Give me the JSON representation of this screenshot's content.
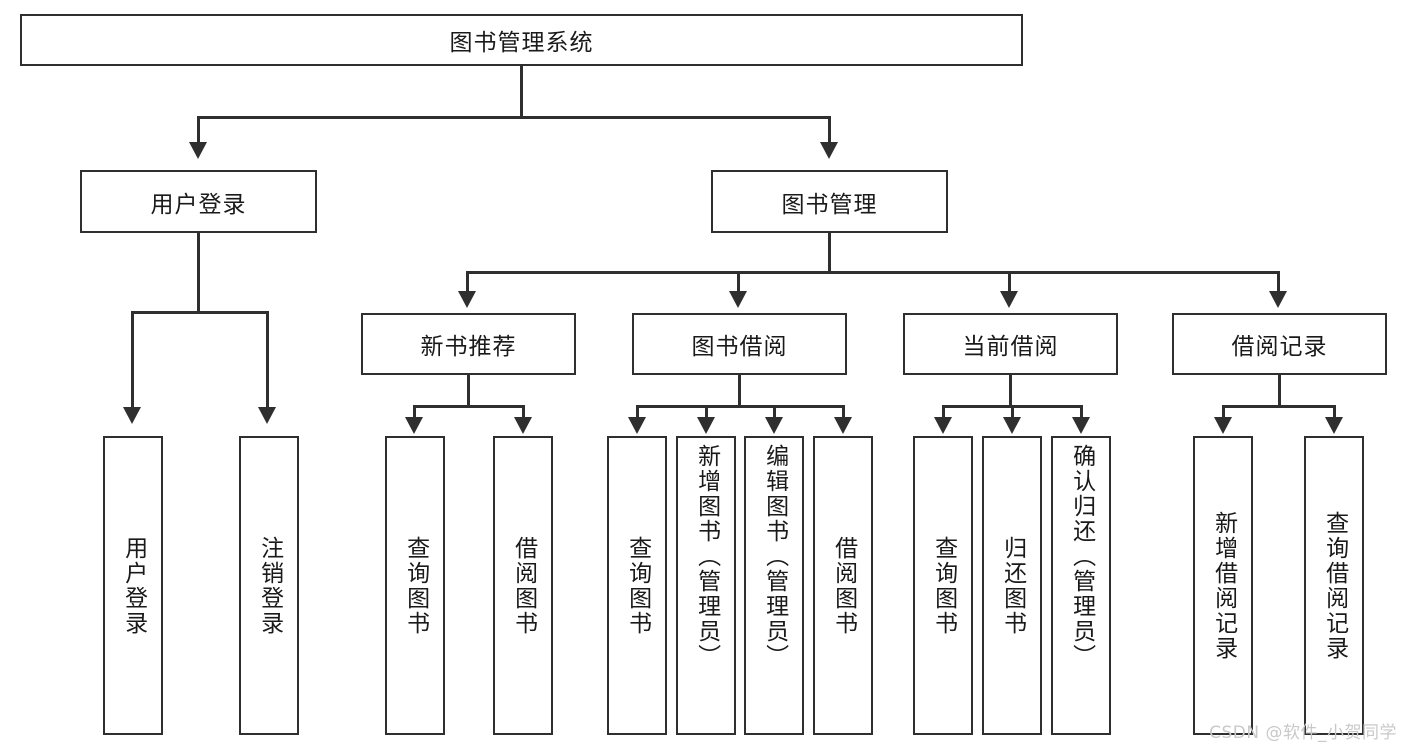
{
  "diagram": {
    "title": "图书管理系统",
    "watermark": "CSDN @软件_小贺同学",
    "root": {
      "label": "图书管理系统"
    },
    "level1": [
      {
        "key": "user_login",
        "label": "用户登录"
      },
      {
        "key": "book_manage",
        "label": "图书管理"
      }
    ],
    "level2": [
      {
        "key": "new_book_rec",
        "label": "新书推荐"
      },
      {
        "key": "book_borrow",
        "label": "图书借阅"
      },
      {
        "key": "current_borrow",
        "label": "当前借阅"
      },
      {
        "key": "borrow_record",
        "label": "借阅记录"
      }
    ],
    "leaves": {
      "user_login": [
        {
          "key": "leaf_user_login",
          "label": "用户登录"
        },
        {
          "key": "leaf_logout_login",
          "label": "注销登录"
        }
      ],
      "new_book_rec": [
        {
          "key": "leaf_query_book_1",
          "label": "查询图书"
        },
        {
          "key": "leaf_borrow_book_1",
          "label": "借阅图书"
        }
      ],
      "book_borrow": [
        {
          "key": "leaf_query_book_2",
          "label": "查询图书"
        },
        {
          "key": "leaf_add_book",
          "label": "新增图书（管理员）"
        },
        {
          "key": "leaf_edit_book",
          "label": "编辑图书（管理员）"
        },
        {
          "key": "leaf_borrow_book_2",
          "label": "借阅图书"
        }
      ],
      "current_borrow": [
        {
          "key": "leaf_query_book_3",
          "label": "查询图书"
        },
        {
          "key": "leaf_return_book",
          "label": "归还图书"
        },
        {
          "key": "leaf_confirm_return",
          "label": "确认归还（管理员）"
        }
      ],
      "borrow_record": [
        {
          "key": "leaf_add_record",
          "label": "新增借阅记录"
        },
        {
          "key": "leaf_query_record",
          "label": "查询借阅记录"
        }
      ]
    },
    "colors": {
      "stroke": "#2f2f2f",
      "fill": "#ffffff",
      "text": "#1a1a1a",
      "watermark": "#c9c9c9"
    }
  }
}
